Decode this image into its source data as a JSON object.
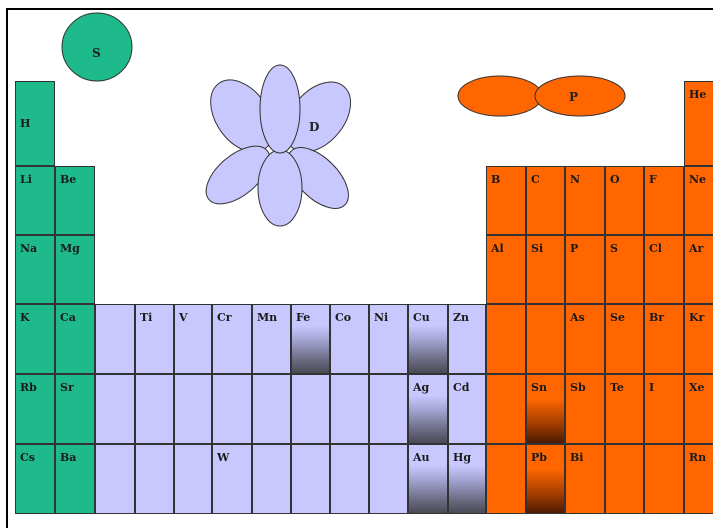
{
  "orbitals": {
    "s_label": "S",
    "d_label": "D",
    "p_label": "P"
  },
  "colors": {
    "s_block": "#1eba8c",
    "d_block": "#c8c8ff",
    "p_block": "#ff6600",
    "border": "#333333"
  },
  "elements": {
    "H": "H",
    "He": "He",
    "Li": "Li",
    "Be": "Be",
    "B": "B",
    "C": "C",
    "N": "N",
    "O": "O",
    "F": "F",
    "Ne": "Ne",
    "Na": "Na",
    "Mg": "Mg",
    "Al": "Al",
    "Si": "Si",
    "P": "P",
    "S": "S",
    "Cl": "Cl",
    "Ar": "Ar",
    "K": "K",
    "Ca": "Ca",
    "Ti": "Ti",
    "V": "V",
    "Cr": "Cr",
    "Mn": "Mn",
    "Fe": "Fe",
    "Co": "Co",
    "Ni": "Ni",
    "Cu": "Cu",
    "Zn": "Zn",
    "As": "As",
    "Se": "Se",
    "Br": "Br",
    "Kr": "Kr",
    "Rb": "Rb",
    "Sr": "Sr",
    "Ag": "Ag",
    "Cd": "Cd",
    "Sn": "Sn",
    "Sb": "Sb",
    "Te": "Te",
    "I": "I",
    "Xe": "Xe",
    "Cs": "Cs",
    "Ba": "Ba",
    "W": "W",
    "Au": "Au",
    "Hg": "Hg",
    "Pb": "Pb",
    "Bi": "Bi",
    "Rn": "Rn"
  }
}
